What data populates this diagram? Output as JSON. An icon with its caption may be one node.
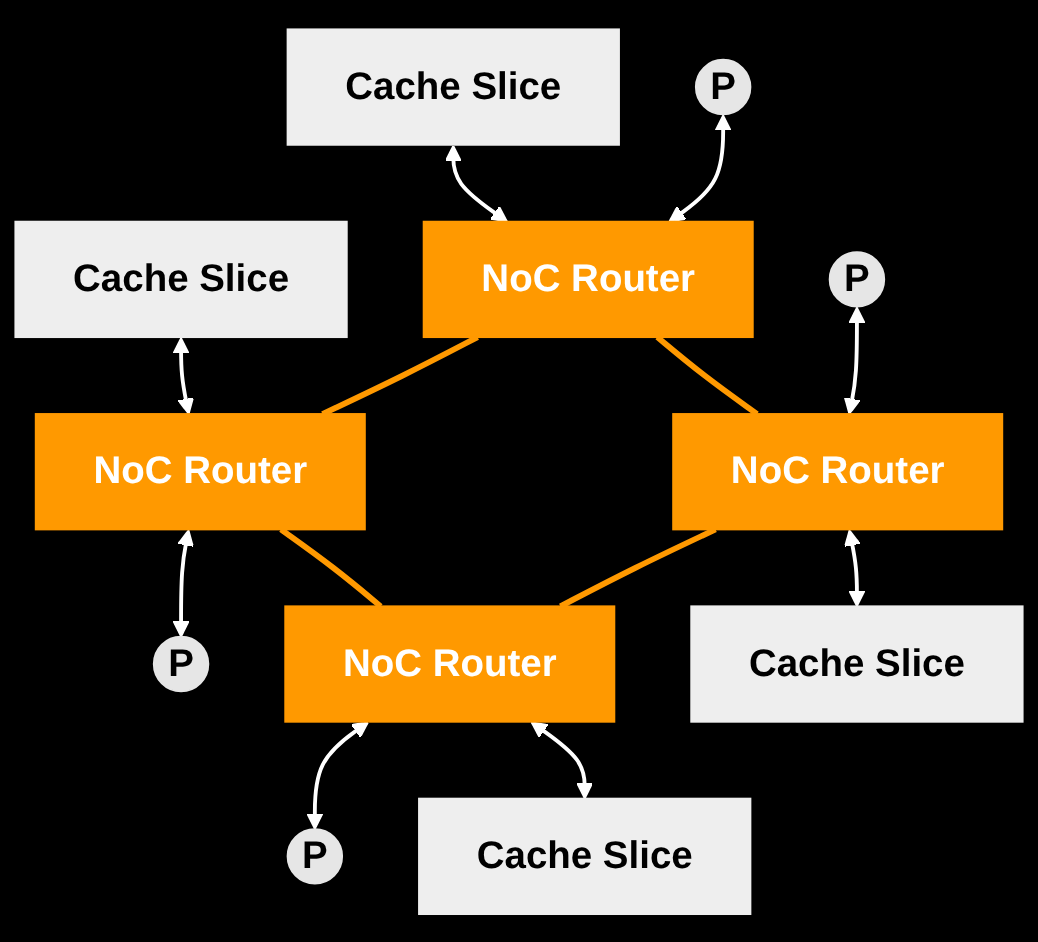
{
  "diagram": {
    "nodes": [
      {
        "text": [
          "Cache Slice"
        ]
      },
      {
        "text": [
          "Cache Slice"
        ]
      },
      {
        "text": [
          "P"
        ]
      },
      {
        "text": [
          "NoC Router"
        ]
      },
      {
        "text": [
          "NoC Router"
        ]
      },
      {
        "text": [
          "P"
        ]
      },
      {
        "text": [
          "P"
        ]
      },
      {
        "text": [
          "NoC Router"
        ]
      },
      {
        "text": [
          "NoC Router"
        ]
      },
      {
        "text": [
          "P"
        ]
      },
      {
        "text": [
          "Cache Slice"
        ]
      },
      {
        "text": [
          "Cache Slice"
        ]
      }
    ],
    "edges": [
      {
        "from": 0,
        "to": 3,
        "arrow": "both"
      },
      {
        "from": 1,
        "to": 4,
        "arrow": "both"
      },
      {
        "from": 2,
        "to": 3,
        "arrow": "both"
      },
      {
        "from": 3,
        "to": 4,
        "arrow": "none",
        "color": "#ff9900"
      },
      {
        "from": 4,
        "to": 5,
        "arrow": "both"
      },
      {
        "from": 3,
        "to": 7,
        "arrow": "none",
        "color": "#ff9900"
      },
      {
        "from": 4,
        "to": 8,
        "arrow": "none",
        "color": "#ff9900"
      },
      {
        "from": 6,
        "to": 7,
        "arrow": "both"
      },
      {
        "from": 7,
        "to": 8,
        "arrow": "none",
        "color": "#ff9900"
      },
      {
        "from": 8,
        "to": 9,
        "arrow": "both"
      },
      {
        "from": 7,
        "to": 10,
        "arrow": "both"
      },
      {
        "from": 8,
        "to": 11,
        "arrow": "both"
      }
    ]
  }
}
